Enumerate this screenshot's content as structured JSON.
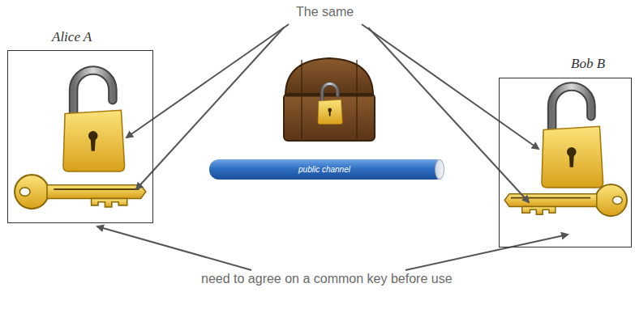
{
  "diagram": {
    "nodes": [
      {
        "text": [
          "Alice A"
        ]
      },
      {
        "text": [
          "public channel"
        ]
      },
      {
        "text": [
          "Bob B"
        ]
      }
    ],
    "labels": [
      "The same",
      "need to agree on a common key before use"
    ]
  }
}
